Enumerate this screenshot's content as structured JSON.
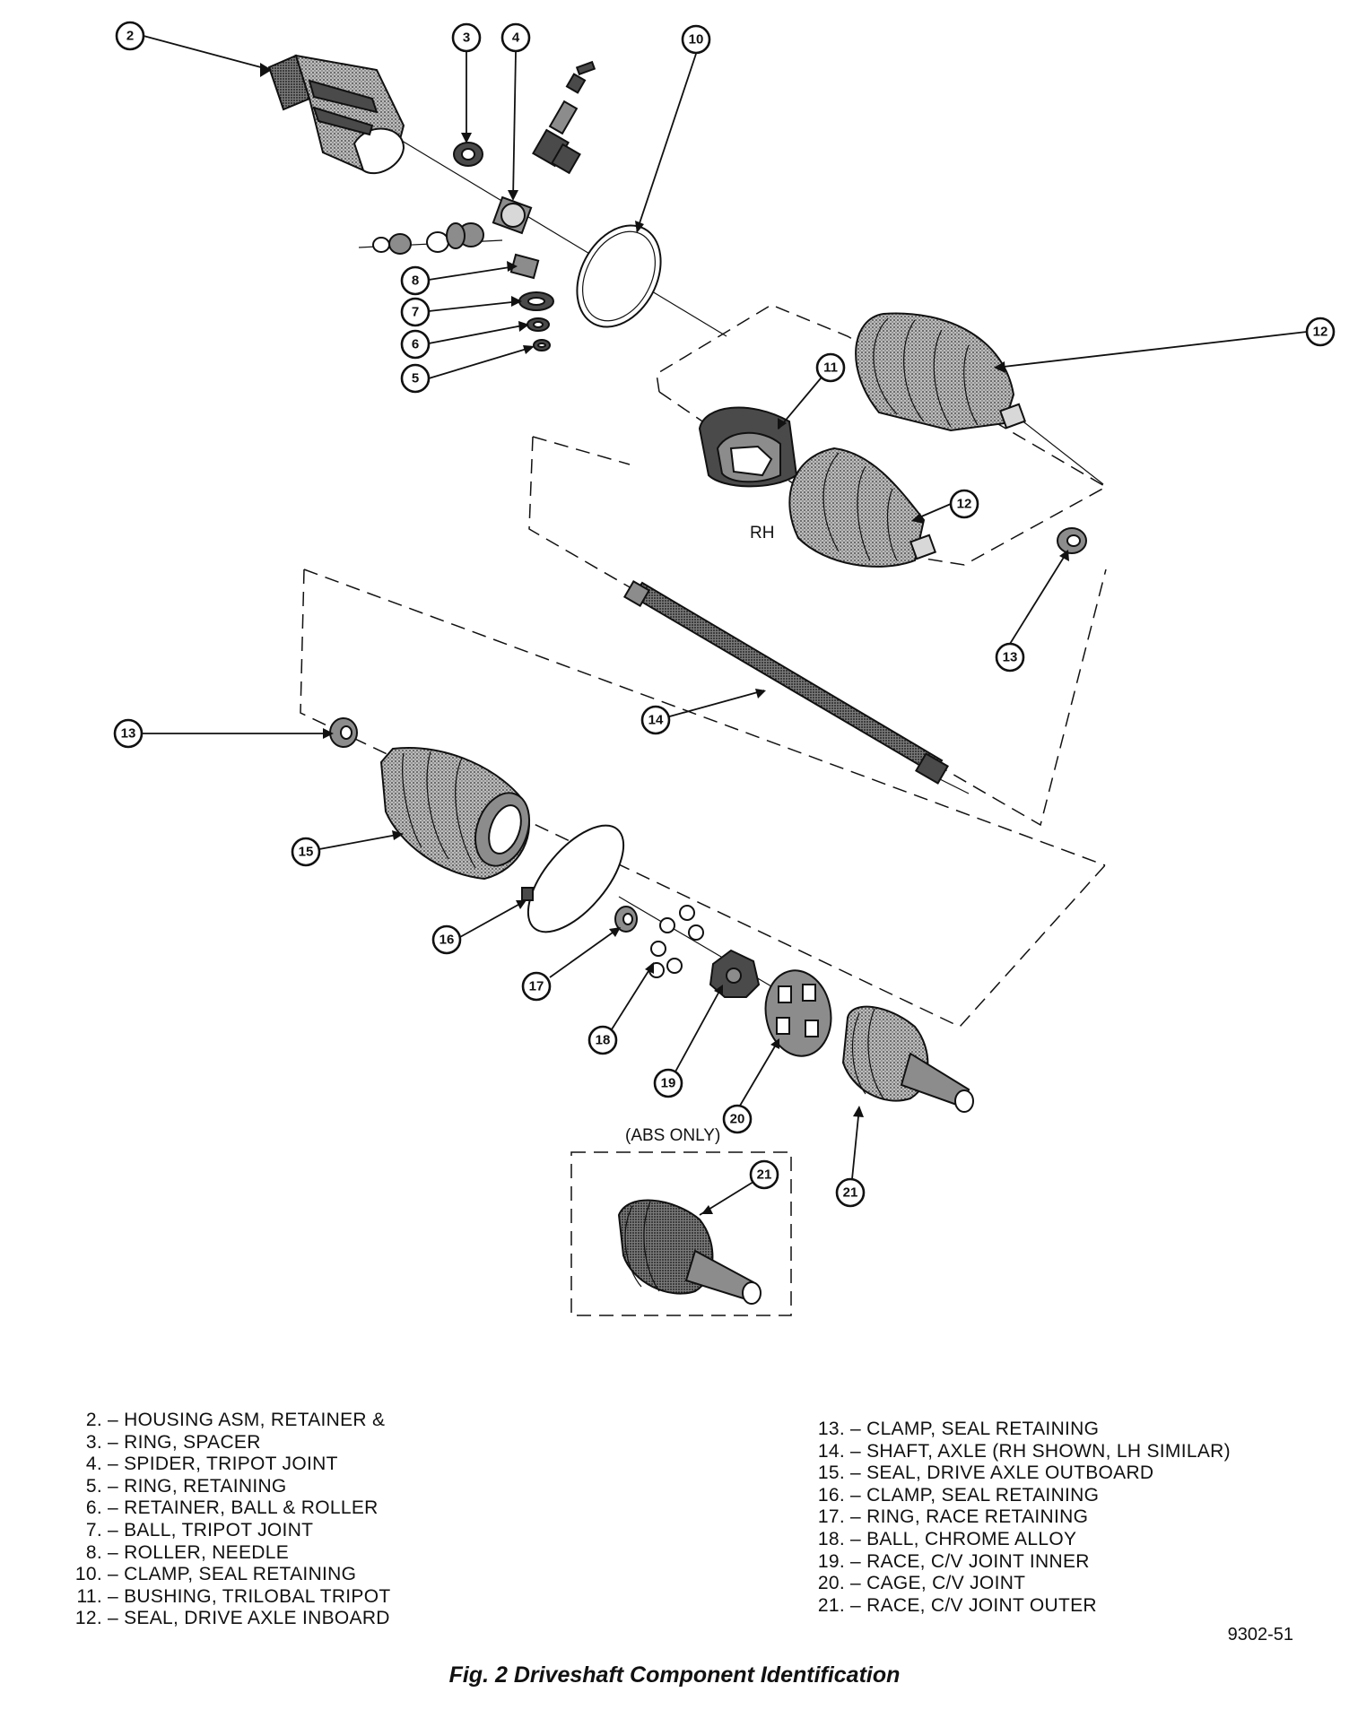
{
  "callouts": {
    "c2": "2",
    "c3": "3",
    "c4": "4",
    "c10": "10",
    "c8": "8",
    "c7": "7",
    "c6": "6",
    "c5": "5",
    "c11": "11",
    "c12a": "12",
    "c12b": "12",
    "c13a": "13",
    "c14": "14",
    "c13b": "13",
    "c15": "15",
    "c16": "16",
    "c17": "17",
    "c18": "18",
    "c19": "19",
    "c20": "20",
    "c21a": "21",
    "c21b": "21"
  },
  "labels": {
    "rh": "RH",
    "abs_only": "(ABS ONLY)"
  },
  "legend_left": [
    {
      "num": "2.",
      "text": "– HOUSING ASM, RETAINER &"
    },
    {
      "num": "3.",
      "text": "– RING, SPACER"
    },
    {
      "num": "4.",
      "text": "– SPIDER, TRIPOT JOINT"
    },
    {
      "num": "5.",
      "text": "– RING, RETAINING"
    },
    {
      "num": "6.",
      "text": "– RETAINER, BALL & ROLLER"
    },
    {
      "num": "7.",
      "text": "– BALL, TRIPOT JOINT"
    },
    {
      "num": "8.",
      "text": "– ROLLER, NEEDLE"
    },
    {
      "num": "10.",
      "text": "– CLAMP, SEAL RETAINING"
    },
    {
      "num": "11.",
      "text": "– BUSHING, TRILOBAL TRIPOT"
    },
    {
      "num": "12.",
      "text": "– SEAL, DRIVE AXLE INBOARD"
    }
  ],
  "legend_right": [
    {
      "num": "13.",
      "text": "– CLAMP, SEAL RETAINING"
    },
    {
      "num": "14.",
      "text": "– SHAFT, AXLE (RH SHOWN, LH SIMILAR)"
    },
    {
      "num": "15.",
      "text": "– SEAL, DRIVE AXLE OUTBOARD"
    },
    {
      "num": "16.",
      "text": "– CLAMP, SEAL RETAINING"
    },
    {
      "num": "17.",
      "text": "– RING, RACE RETAINING"
    },
    {
      "num": "18.",
      "text": "– BALL, CHROME ALLOY"
    },
    {
      "num": "19.",
      "text": "– RACE, C/V JOINT INNER"
    },
    {
      "num": "20.",
      "text": "– CAGE, C/V JOINT"
    },
    {
      "num": "21.",
      "text": "– RACE, C/V JOINT OUTER"
    }
  ],
  "figure_code": "9302-51",
  "caption": "Fig. 2 Driveshaft Component Identification"
}
